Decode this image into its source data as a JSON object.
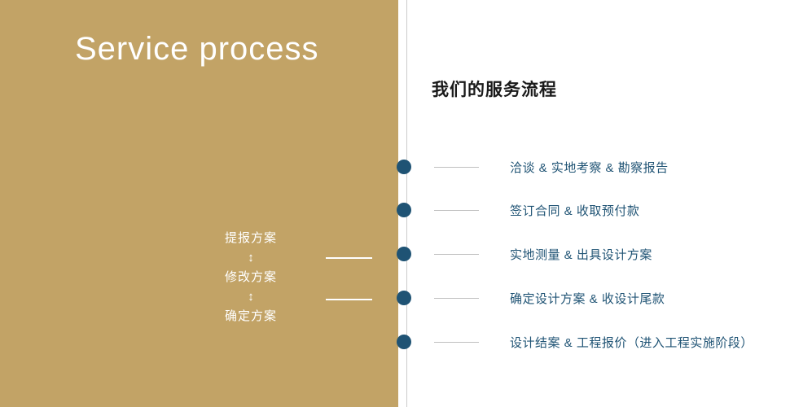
{
  "colors": {
    "gold": "#c2a366",
    "accent": "#1f5374",
    "heading": "#1a1a1a",
    "line": "#cccccc"
  },
  "left_panel": {
    "title": "Service process",
    "plan_steps": [
      "提报方案",
      "修改方案",
      "确定方案"
    ],
    "arrow_icon": "↕"
  },
  "right_panel": {
    "heading": "我们的服务流程",
    "steps": [
      "洽谈 & 实地考察 & 勘察报告",
      "签订合同 & 收取预付款",
      "实地测量 & 出具设计方案",
      "确定设计方案 & 收设计尾款",
      "设计结案 & 工程报价（进入工程实施阶段）"
    ]
  }
}
